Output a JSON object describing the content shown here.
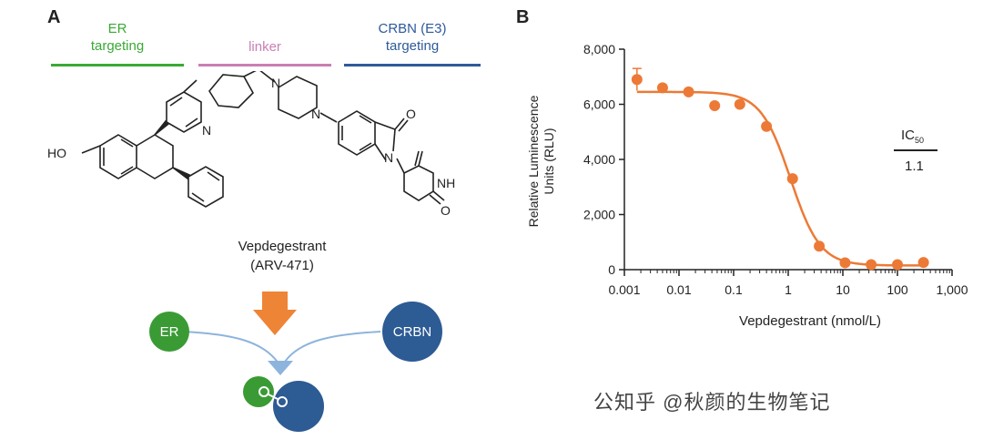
{
  "panel_a": {
    "letter": "A",
    "segments": [
      {
        "label_line1": "ER",
        "label_line2": "targeting",
        "color": "#3aa935"
      },
      {
        "label_line1": "linker",
        "label_line2": "",
        "color": "#c97fb3"
      },
      {
        "label_line1": "CRBN (E3)",
        "label_line2": "targeting",
        "color": "#2e5a9a"
      }
    ],
    "atoms": {
      "ho": "HO",
      "n1": "N",
      "n2": "N",
      "n3": "N",
      "n4": "N",
      "o1": "O",
      "o2": "O",
      "nh": "NH"
    },
    "molecule_name": "Vepdegestrant",
    "molecule_code": "(ARV-471)",
    "er_label": "ER",
    "crbn_label": "CRBN",
    "colors": {
      "er": "#3a9b35",
      "crbn": "#2d5b93",
      "arrow": "#ee8436",
      "flow": "#8db4dc"
    }
  },
  "panel_b": {
    "letter": "B",
    "ylabel_line1": "Relative Luminescence",
    "ylabel_line2": "Units (RLU)",
    "xlabel": "Vepdegestrant (nmol/L)",
    "ic50_label": "IC",
    "ic50_sub": "50",
    "ic50_value": "1.1"
  },
  "chart_data": {
    "type": "scatter",
    "x_scale": "log",
    "xlabel": "Vepdegestrant (nmol/L)",
    "ylabel": "Relative Luminescence Units (RLU)",
    "xlim": [
      0.001,
      1000
    ],
    "ylim": [
      0,
      8000
    ],
    "xticks": [
      0.001,
      0.01,
      0.1,
      1,
      10,
      100,
      1000
    ],
    "xtick_labels": [
      "0.001",
      "0.01",
      "0.1",
      "1",
      "10",
      "100",
      "1,000"
    ],
    "yticks": [
      0,
      2000,
      4000,
      6000,
      8000
    ],
    "ytick_labels": [
      "0",
      "2,000",
      "4,000",
      "6,000",
      "8,000"
    ],
    "points": [
      {
        "x": 0.0017,
        "y": 6900,
        "err": 400
      },
      {
        "x": 0.005,
        "y": 6600
      },
      {
        "x": 0.015,
        "y": 6450
      },
      {
        "x": 0.045,
        "y": 5950
      },
      {
        "x": 0.13,
        "y": 6000
      },
      {
        "x": 0.4,
        "y": 5200
      },
      {
        "x": 1.2,
        "y": 3300
      },
      {
        "x": 3.7,
        "y": 850
      },
      {
        "x": 11,
        "y": 250
      },
      {
        "x": 33,
        "y": 180
      },
      {
        "x": 100,
        "y": 180
      },
      {
        "x": 300,
        "y": 260
      }
    ],
    "fit": {
      "top": 6450,
      "bottom": 150,
      "ic50": 1.1,
      "hill": 1.6
    },
    "color": "#ec7a36",
    "ic50": 1.1
  },
  "watermark": "公知乎 @秋颜的生物笔记"
}
